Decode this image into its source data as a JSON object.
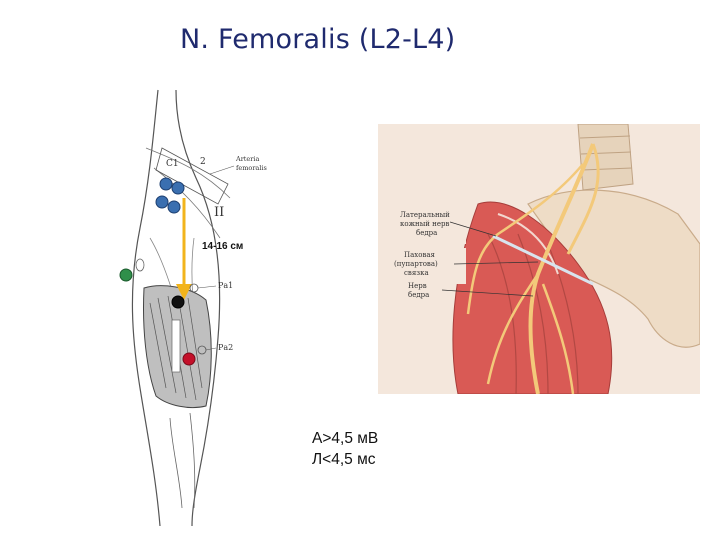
{
  "title": "N. Femoralis (L2-L4)",
  "leg_figure": {
    "distance_label": "14-16 см",
    "labels": [
      "Arteria",
      "femoralis",
      "Ра1",
      "Ра2"
    ],
    "roman_label": "II",
    "point_labels": [
      "C1",
      "2"
    ],
    "colors": {
      "arrow": "#f2b41c",
      "stim_blue": "#3a6fb0",
      "record_black": "#111111",
      "ref_red": "#c4102a",
      "ground_green": "#2f8f4a"
    }
  },
  "anatomy_figure": {
    "labels": [
      {
        "lines": [
          "Латеральный",
          "кожный нерв",
          "бедра"
        ]
      },
      {
        "lines": [
          "Паховая",
          "(пупартова)",
          "связка"
        ]
      },
      {
        "lines": [
          "Нерв",
          "бедра"
        ]
      }
    ],
    "colors": {
      "muscle": "#d95a55",
      "nerve": "#f3c97a",
      "bone": "#eedcc6",
      "background": "#f4e7dc"
    }
  },
  "results": {
    "amplitude": "А>4,5 мВ",
    "latency": "Л<4,5 мс"
  }
}
